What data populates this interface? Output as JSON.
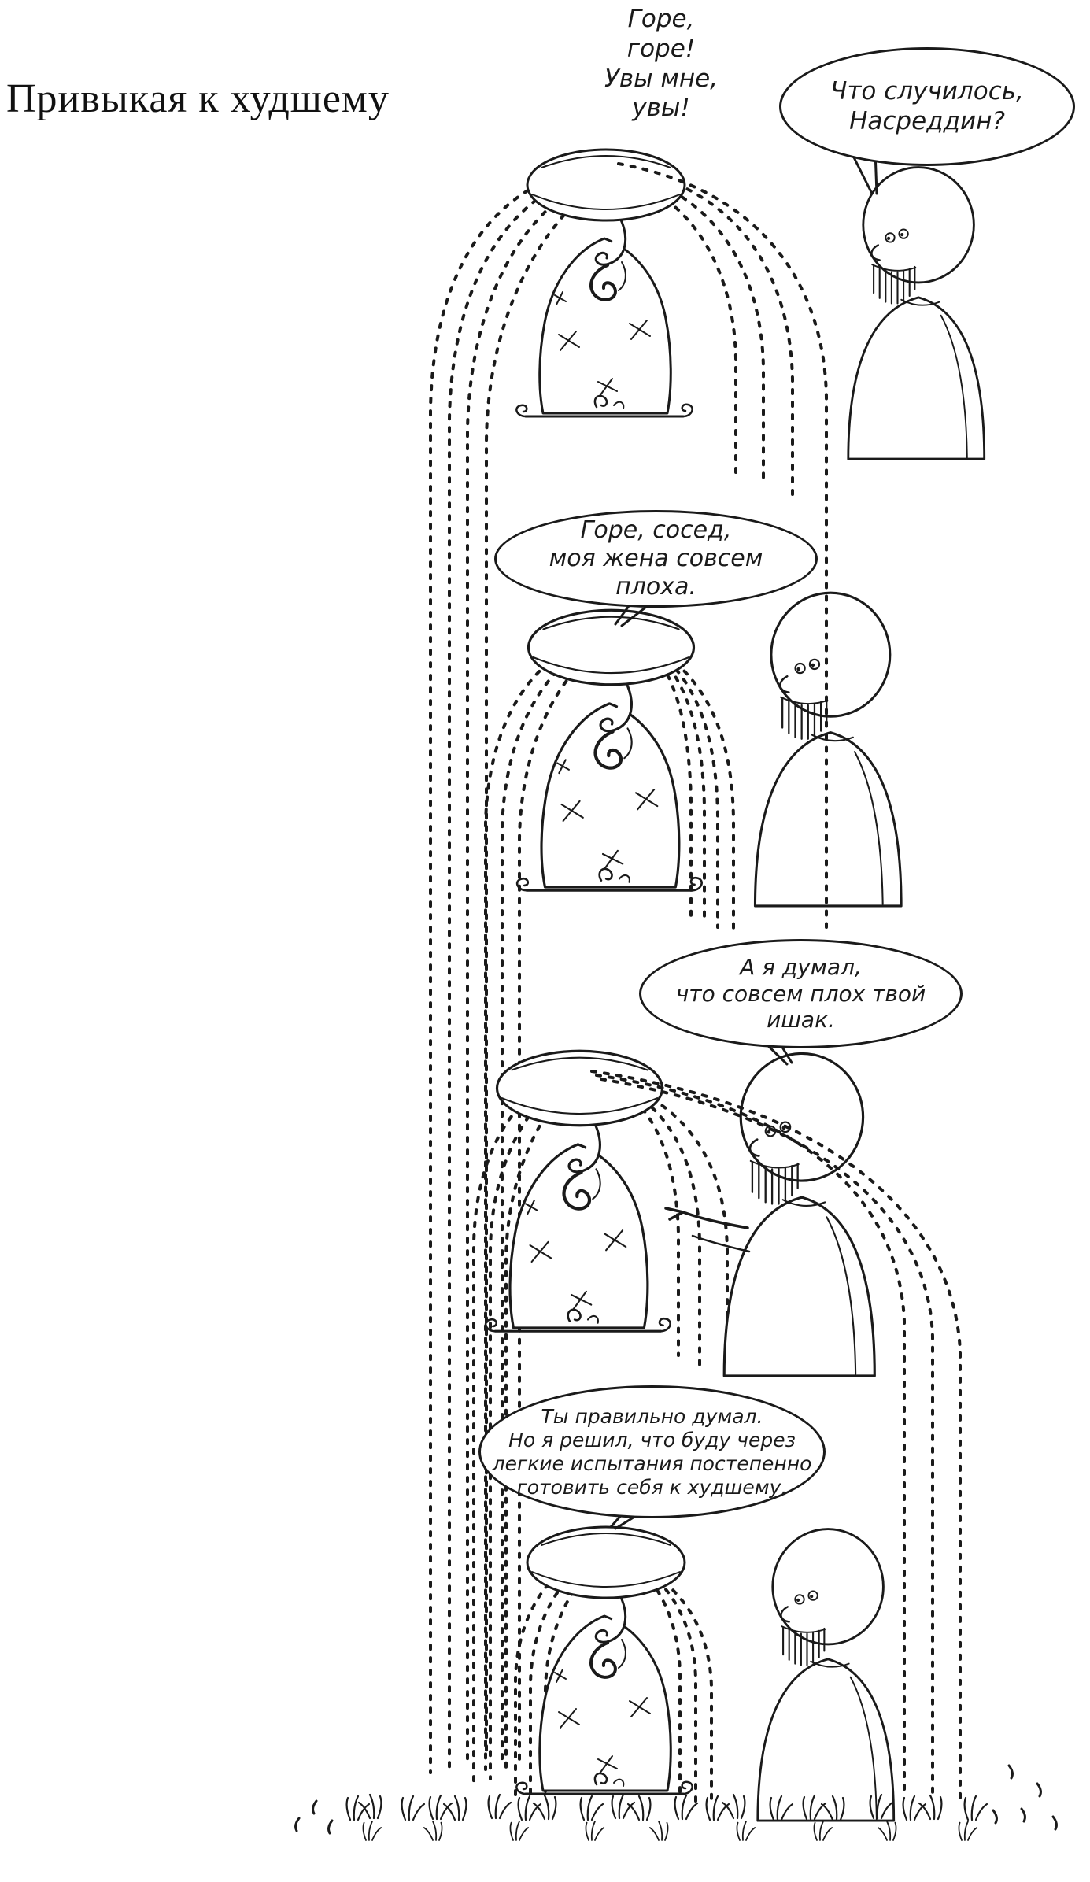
{
  "colors": {
    "ink": "#1a1a1a",
    "paper": "#ffffff"
  },
  "title": "Привыкая к худшему",
  "lament": "Горе,\nгоре!\nУвы мне,\nувы!",
  "bubbles": {
    "neighbor_question": "Что случилось,\nНасреддин?",
    "grief_wife": "Горе, сосед,\nмоя жена совсем плоха.",
    "donkey_guess": "А я думал,\nчто совсем плох твой\nишак.",
    "worst_plan": "Ты правильно думал.\nНо я решил, что буду через\nлегкие испытания постепенно\nготовить себя к худшему."
  }
}
